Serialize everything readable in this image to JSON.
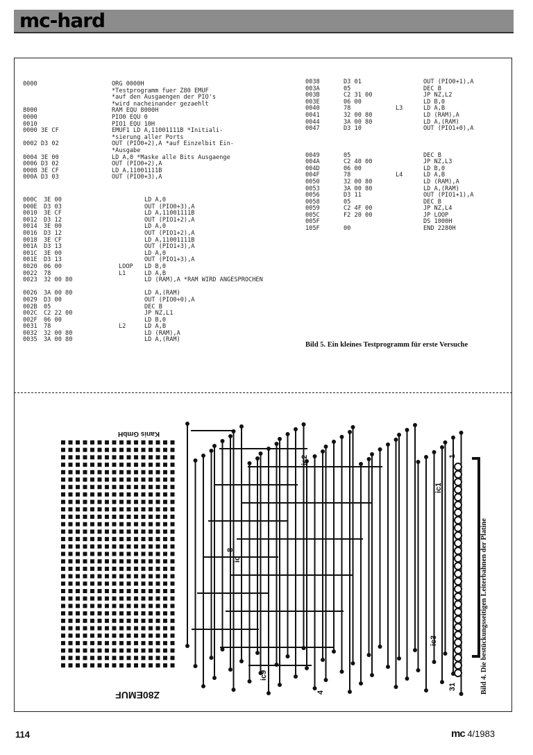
{
  "header": {
    "brand": "mc-hard"
  },
  "listing_left_top": [
    [
      "0000",
      "",
      "ORG 0000H"
    ],
    [
      "",
      "",
      "*Testprogramm fuer Z80 EMUF"
    ],
    [
      "",
      "",
      "*auf den Ausgaengen der PIO's"
    ],
    [
      "",
      "",
      "*wird nacheinander gezaehlt"
    ],
    [
      "8000",
      "",
      "RAM EQU 8000H"
    ],
    [
      "0000",
      "",
      "PIO0 EQU 0"
    ],
    [
      "0010",
      "",
      "PIO1 EQU 10H"
    ],
    [
      "0000 3E CF",
      "",
      "EMUF1 LD A,11001111B *Initiali-"
    ],
    [
      "",
      "",
      "*sierung aller Ports"
    ],
    [
      "0002 D3 02",
      "",
      "OUT (PIO0+2),A *auf Einzelbit Ein-"
    ],
    [
      "",
      "",
      "*Ausgabe"
    ],
    [
      "0004 3E 00",
      "",
      "LD A,0 *Maske alle Bits Ausgaenge"
    ],
    [
      "0006 D3 02",
      "",
      "OUT (PIO0+2),A"
    ],
    [
      "0008 3E CF",
      "",
      "LD A,11001111B"
    ],
    [
      "000A D3 03",
      "",
      "OUT (PIO0+3),A"
    ]
  ],
  "listing_left_bottom": [
    [
      "000C",
      "3E 00",
      "",
      "LD A,0"
    ],
    [
      "000E",
      "D3 03",
      "",
      "OUT (PIO0+3),A"
    ],
    [
      "0010",
      "3E CF",
      "",
      "LD A,11001111B"
    ],
    [
      "0012",
      "D3 12",
      "",
      "OUT (PIO1+2),A"
    ],
    [
      "0014",
      "3E 00",
      "",
      "LD A,0"
    ],
    [
      "0016",
      "D3 12",
      "",
      "OUT (PIO1+2),A"
    ],
    [
      "0018",
      "3E CF",
      "",
      "LD A,11001111B"
    ],
    [
      "001A",
      "D3 13",
      "",
      "OUT (PIO1+3),A"
    ],
    [
      "001C",
      "3E 00",
      "",
      "LD A,0"
    ],
    [
      "001E",
      "D3 13",
      "",
      "OUT (PIO1+3),A"
    ],
    [
      "0020",
      "06 00",
      "LOOP",
      "LD B,0"
    ],
    [
      "0022",
      "78",
      "L1",
      "LD A,B"
    ],
    [
      "0023",
      "32 00 80",
      "",
      "LD (RAM),A *RAM WIRD ANGESPROCHEN"
    ],
    [
      "",
      "",
      "",
      ""
    ],
    [
      "0026",
      "3A 00 80",
      "",
      "LD A,(RAM)"
    ],
    [
      "0029",
      "D3 00",
      "",
      "OUT (PIO0+0),A"
    ],
    [
      "002B",
      "05",
      "",
      "DEC B"
    ],
    [
      "002C",
      "C2 22 00",
      "",
      "JP NZ,L1"
    ],
    [
      "002F",
      "06 00",
      "",
      "LD B,0"
    ],
    [
      "0031",
      "78",
      "L2",
      "LD A,B"
    ],
    [
      "0032",
      "32 00 80",
      "",
      "LD (RAM),A"
    ],
    [
      "0035",
      "3A 00 80",
      "",
      "LD A,(RAM)"
    ]
  ],
  "listing_right": [
    [
      "0038",
      "D3 01",
      "",
      "OUT (PIO0+1),A"
    ],
    [
      "003A",
      "05",
      "",
      "DEC B"
    ],
    [
      "003B",
      "C2 31 00",
      "",
      "JP NZ,L2"
    ],
    [
      "003E",
      "06 00",
      "",
      "LD B,0"
    ],
    [
      "0040",
      "78",
      "L3",
      "LD A,B"
    ],
    [
      "0041",
      "32 00 80",
      "",
      "LD (RAM),A"
    ],
    [
      "0044",
      "3A 00 80",
      "",
      "LD A,(RAM)"
    ],
    [
      "0047",
      "D3 10",
      "",
      "OUT (PIO1+0),A"
    ],
    [
      "",
      "",
      "",
      ""
    ],
    [
      "",
      "",
      "",
      ""
    ],
    [
      "",
      "",
      "",
      ""
    ],
    [
      "0049",
      "05",
      "",
      "DEC B"
    ],
    [
      "004A",
      "C2 40 00",
      "",
      "JP NZ,L3"
    ],
    [
      "004D",
      "06 00",
      "",
      "LD B,0"
    ],
    [
      "004F",
      "78",
      "L4",
      "LD A,B"
    ],
    [
      "0050",
      "32 00 80",
      "",
      "LD (RAM),A"
    ],
    [
      "0053",
      "3A 00 80",
      "",
      "LD A,(RAM)"
    ],
    [
      "0056",
      "D3 11",
      "",
      "OUT (PIO1+1),A"
    ],
    [
      "0058",
      "05",
      "",
      "DEC B"
    ],
    [
      "0059",
      "C2 4F 00",
      "",
      "JP NZ,L4"
    ],
    [
      "005C",
      "F2 20 00",
      "",
      "JP LOOP"
    ],
    [
      "005F",
      "",
      "",
      "DS 1000H"
    ],
    [
      "105F",
      "00",
      "",
      "END 2280H"
    ]
  ],
  "caption5": "Bild 5. Ein kleines Testprogramm für erste Versuche",
  "caption4": "Bild 4. Die bestückungsseitigen Leiterbahnen der Platine",
  "pcb_labels": {
    "maker": "Kanis GmbH",
    "board": "Z80EMUF",
    "ic1": "ic1",
    "ic2": "ic2",
    "ic3": "ic3",
    "ic9": "ic9",
    "ic": "ic",
    "pin1": "1",
    "pin31": "31",
    "pin4": "4",
    "pin8": "8"
  },
  "footer": {
    "page": "114",
    "mc": "mc",
    "issue": "4/1983"
  }
}
